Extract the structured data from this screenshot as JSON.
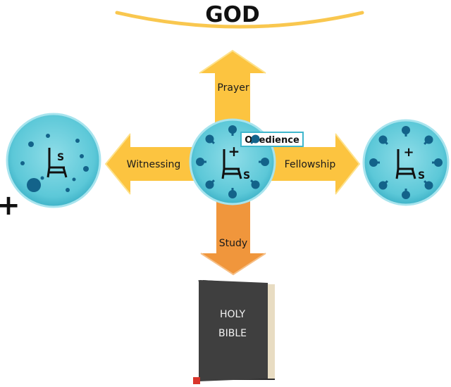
{
  "title": "GOD",
  "labels": {
    "up": "Prayer",
    "down": "Study",
    "left": "Witnessing",
    "right": "Fellowship",
    "center_tag": "Obedience"
  },
  "seat_symbols": {
    "self": "S",
    "cross": "+"
  },
  "bible": {
    "line1": "HOLY",
    "line2": "BIBLE"
  },
  "colors": {
    "arc": "#f9c74f",
    "arrow_yellow": "#fcc440",
    "arrow_orange": "#f0963c",
    "circle_fill": "#5cc8d8",
    "circle_edge": "#a8e4ee",
    "dot": "#13638a",
    "bible_cover": "#3f3f3f",
    "bible_pages": "#e8dcc2",
    "ribbon": "#d9352b",
    "tag_border": "#3fb6cc",
    "text_dark": "#111111"
  }
}
